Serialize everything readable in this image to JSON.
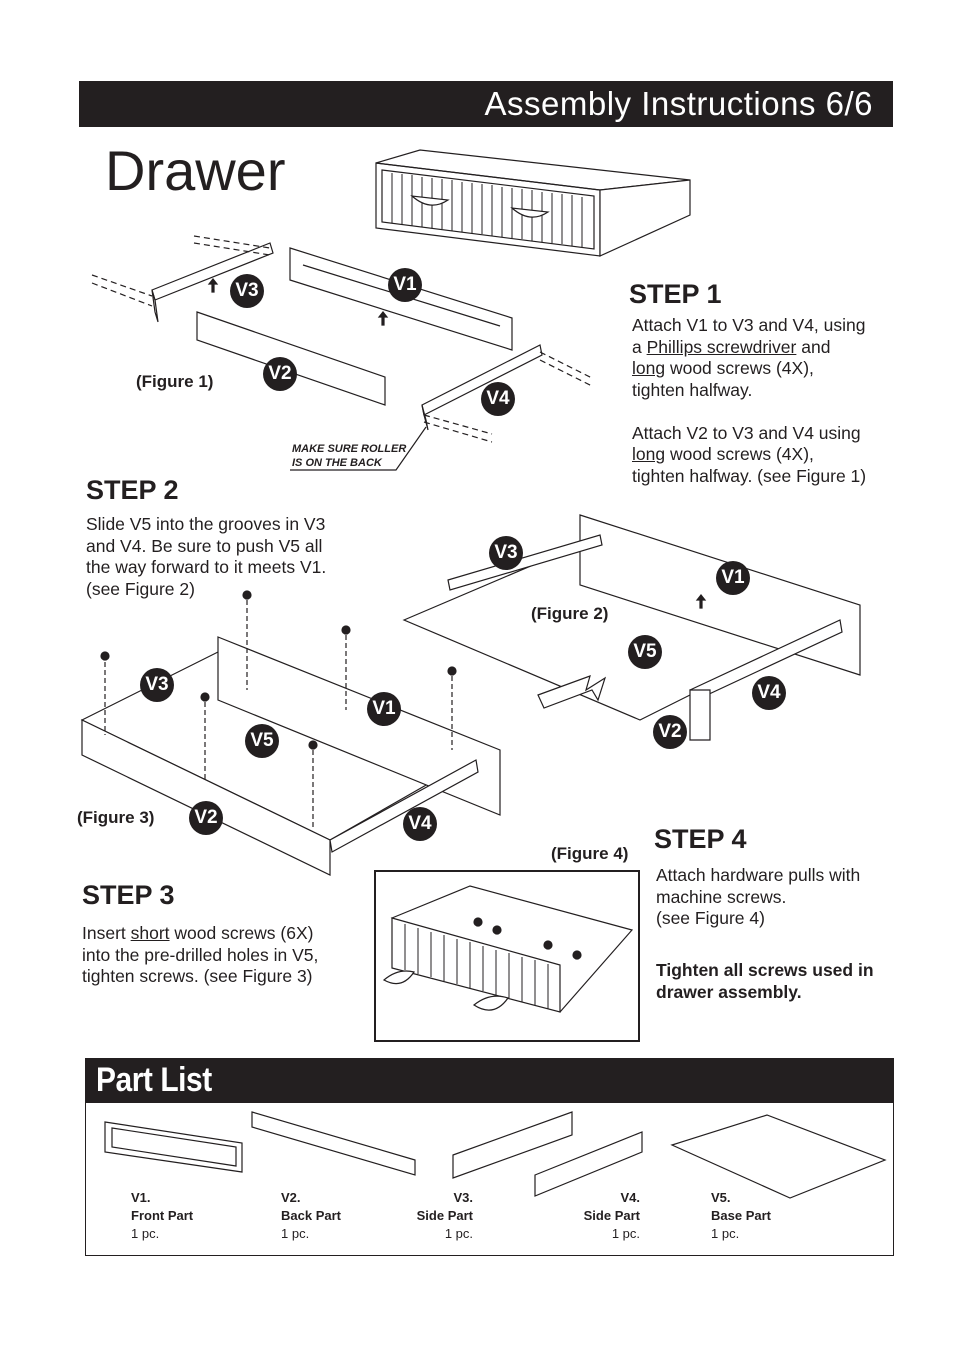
{
  "header": {
    "title": "Assembly  Instructions  6/6"
  },
  "page_title": "Drawer",
  "labels": {
    "v1": "V1",
    "v2": "V2",
    "v3": "V3",
    "v4": "V4",
    "v5": "V5"
  },
  "step1": {
    "heading": "STEP 1",
    "p1_a": "Attach V1 to V3 and V4, using",
    "p1_b": "a ",
    "p1_link": "Phillips screwdriver",
    "p1_c": " and",
    "p1_long": "long",
    "p1_d": " wood screws (4X),",
    "p1_e": "tighten halfway.",
    "p2_a": "Attach V2 to V3 and V4 using",
    "p2_long": "long",
    "p2_b": " wood screws (4X),",
    "p2_c": "tighten halfway. (see Figure 1)"
  },
  "step2": {
    "heading": "STEP 2",
    "l1": "Slide V5 into the grooves in V3",
    "l2": "and V4. Be sure to push V5 all",
    "l3": "the way forward to it meets V1.",
    "l4": "(see Figure 2)"
  },
  "step3": {
    "heading": "STEP 3",
    "l1_a": "Insert ",
    "l1_short": "short",
    "l1_b": " wood screws (6X)",
    "l2": "into the pre-drilled holes in V5,",
    "l3": "tighten screws. (see Figure 3)"
  },
  "step4": {
    "heading": "STEP 4",
    "l1": "Attach hardware pulls with",
    "l2": "machine screws.",
    "l3": "(see Figure 4)",
    "b1": "Tighten all screws used in",
    "b2": "drawer assembly."
  },
  "figures": {
    "fig1": "(Figure 1)",
    "fig2": "(Figure 2)",
    "fig3": "(Figure 3)",
    "fig4": "(Figure 4)"
  },
  "roller_note": {
    "l1": "MAKE SURE ROLLER",
    "l2": "IS ON THE BACK"
  },
  "part_list": {
    "title": "Part List",
    "parts": [
      {
        "id": "V1.",
        "name": "Front Part",
        "qty": "1 pc."
      },
      {
        "id": "V2.",
        "name": "Back Part",
        "qty": "1 pc."
      },
      {
        "id": "V3.",
        "name": "Side Part",
        "qty": "1 pc."
      },
      {
        "id": "V4.",
        "name": "Side Part",
        "qty": "1 pc."
      },
      {
        "id": "V5.",
        "name": "Base Part",
        "qty": "1 pc."
      }
    ]
  }
}
